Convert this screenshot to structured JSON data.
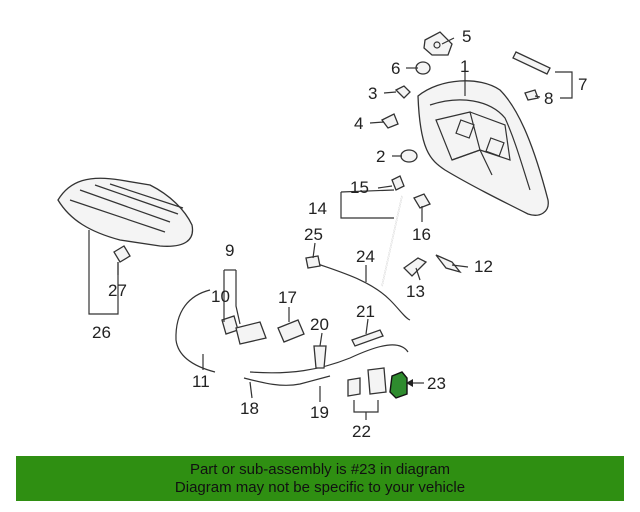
{
  "callouts": [
    "1",
    "2",
    "3",
    "4",
    "5",
    "6",
    "7",
    "8",
    "9",
    "10",
    "11",
    "12",
    "13",
    "14",
    "15",
    "16",
    "17",
    "18",
    "19",
    "20",
    "21",
    "22",
    "23",
    "24",
    "25",
    "26",
    "27"
  ],
  "highlight": {
    "part": "23",
    "color": "#2e8b2e"
  },
  "banner": {
    "line1": "Part or sub-assembly is #23 in diagram",
    "line2": "Diagram may not be specific to your vehicle",
    "background": "#2f8f12"
  }
}
